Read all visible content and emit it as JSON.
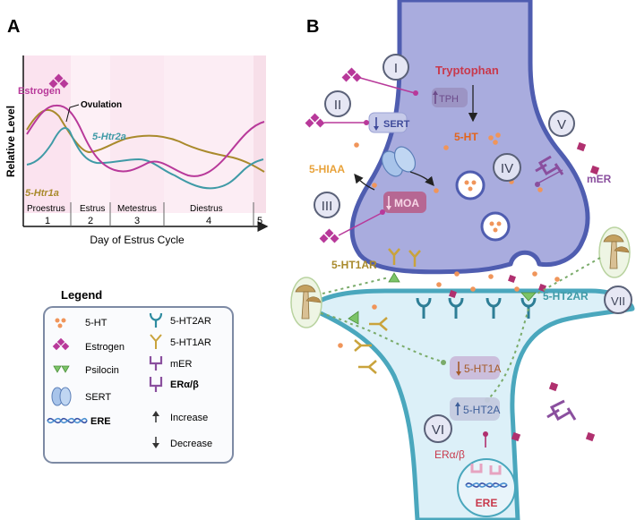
{
  "panel_a": {
    "letter": "A",
    "y_axis_label": "Relative Level",
    "x_axis_label": "Day of Estrus Cycle",
    "phases": [
      "Proestrus",
      "Estrus",
      "Metestrus",
      "Diestrus"
    ],
    "days": [
      "1",
      "2",
      "3",
      "4",
      "5"
    ],
    "series": {
      "estrogen": "Estrogen",
      "htr2a": "5-Htr2a",
      "htr1a": "5-Htr1a"
    },
    "ovulation_label": "Ovulation"
  },
  "legend": {
    "title": "Legend",
    "items": [
      {
        "icon": "serotonin-dots-icon",
        "label": "5-HT"
      },
      {
        "icon": "estrogen-diamonds-icon",
        "label": "Estrogen"
      },
      {
        "icon": "psilocin-triangles-icon",
        "label": "Psilocin"
      },
      {
        "icon": "sert-transporter-icon",
        "label": "SERT"
      },
      {
        "icon": "dna-helix-icon",
        "label": "ERE"
      },
      {
        "icon": "5ht2ar-receptor-icon",
        "label": "5-HT2AR"
      },
      {
        "icon": "5ht1ar-receptor-icon",
        "label": "5-HT1AR"
      },
      {
        "icon": "mer-receptor-icon",
        "label": "mER"
      },
      {
        "icon": "era-beta-receptor-icon",
        "label": "ERα/β"
      },
      {
        "icon": "increase-arrow-icon",
        "label": "Increase"
      },
      {
        "icon": "decrease-arrow-icon",
        "label": "Decrease"
      }
    ]
  },
  "panel_b": {
    "letter": "B",
    "roman": [
      "I",
      "II",
      "III",
      "IV",
      "V",
      "VI",
      "VII"
    ],
    "tryptophan": "Tryptophan",
    "tph": "TPH",
    "sert": "SERT",
    "serotonin": "5-HT",
    "hiaa": "5-HIAA",
    "moa": "MOA",
    "mer": "mER",
    "ht1ar": "5-HT1AR",
    "ht2ar": "5-HT2AR",
    "ht1a": "5-HT1A",
    "ht2a": "5-HT2A",
    "eralpha": "ERα/β",
    "ere": "ERE"
  },
  "colors": {
    "presynaptic_fill": "#a9acde",
    "presynaptic_stroke": "#4f5db0",
    "postsynaptic_fill": "#dcf0f8",
    "postsynaptic_stroke": "#4aa7bd",
    "estrogen": "#b8399a",
    "htr2a": "#3f9aa6",
    "htr1a": "#a98a2c",
    "serotonin": "#f0955a",
    "text_red": "#c23a4e",
    "mer": "#8a4f9e",
    "tryptophan": "#c8394c"
  }
}
